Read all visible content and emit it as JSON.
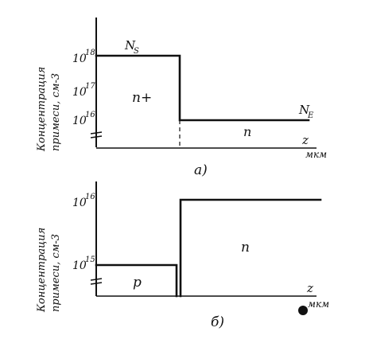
{
  "panel_a": {
    "y_axis_label_line1": "Концентрация",
    "y_axis_label_line2": "примеси, см-3",
    "tick_top": "10",
    "tick_top_exp": "18",
    "tick_mid": "10",
    "tick_mid_exp": "17",
    "tick_low": "10",
    "tick_low_exp": "16",
    "ns_label": "N",
    "ns_sub": "S",
    "ne_label": "N",
    "ne_sub": "E",
    "region_left": "n+",
    "region_right": "n",
    "x_axis_label": "z",
    "x_axis_unit": "мкм",
    "caption": "а)"
  },
  "panel_b": {
    "y_axis_label_line1": "Концентрация",
    "y_axis_label_line2": "примеси, см-3",
    "tick_top": "10",
    "tick_top_exp": "16",
    "tick_low": "10",
    "tick_low_exp": "15",
    "region_left": "p",
    "region_right": "n",
    "x_axis_label": "z",
    "x_axis_unit": "мкм",
    "caption": "б)"
  }
}
